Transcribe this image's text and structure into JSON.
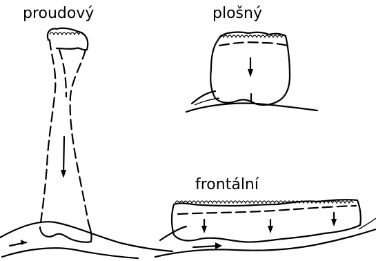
{
  "labels": {
    "stream": "proudový",
    "sheet": "plošný",
    "frontal": "frontální"
  }
}
